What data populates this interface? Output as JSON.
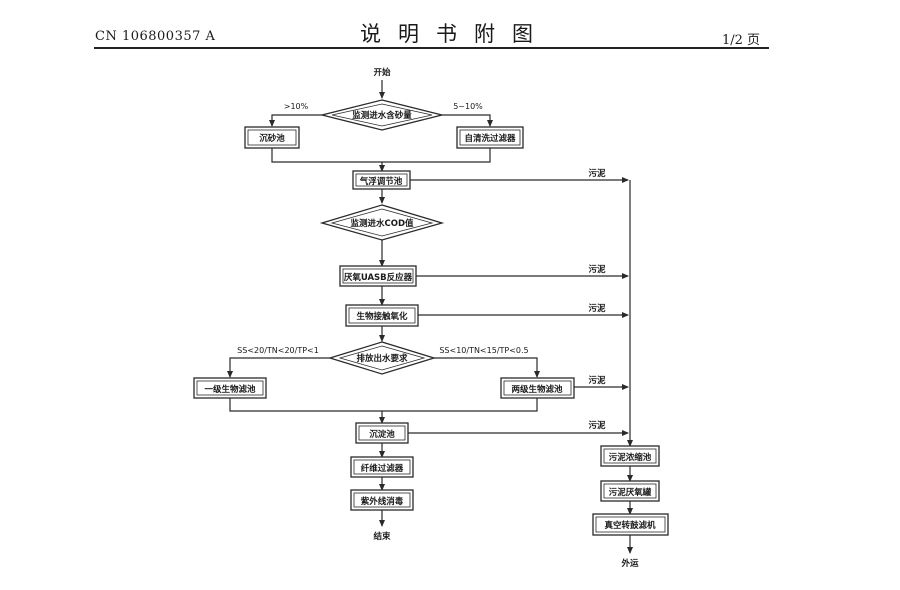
{
  "header": {
    "doc_number": "CN 106800357 A",
    "title": "说明书附图",
    "page_indicator": "1/2 页"
  },
  "flowchart": {
    "nodes": {
      "start": "开始",
      "detect_sand": "监测进水含砂量",
      "grit_basin": "沉砂池",
      "self_clean_filter": "自清洗过滤器",
      "aerated_regulating": "气浮调节池",
      "detect_cod": "监测进水COD值",
      "anaerobic_reactor": "厌氧UASB反应器",
      "bio_contact_oxidation": "生物接触氧化",
      "effluent_requirement": "排放出水要求",
      "primary_bio_filter": "一级生物滤池",
      "secondary_bio_filter": "两级生物滤池",
      "sedimentation": "沉淀池",
      "fiber_filter": "纤维过滤器",
      "uv_disinfection": "紫外线消毒",
      "end": "结束",
      "sludge_thickening": "污泥浓缩池",
      "sludge_digester": "污泥厌氧罐",
      "vacuum_filter": "真空转鼓滤机",
      "outward": "外运"
    },
    "edge_labels": {
      "sand_high": ">10%",
      "sand_mid": "5~10%",
      "sludge": "污泥",
      "standard_low": "SS<20/TN<20/TP<1",
      "standard_high": "SS<10/TN<15/TP<0.5"
    }
  }
}
